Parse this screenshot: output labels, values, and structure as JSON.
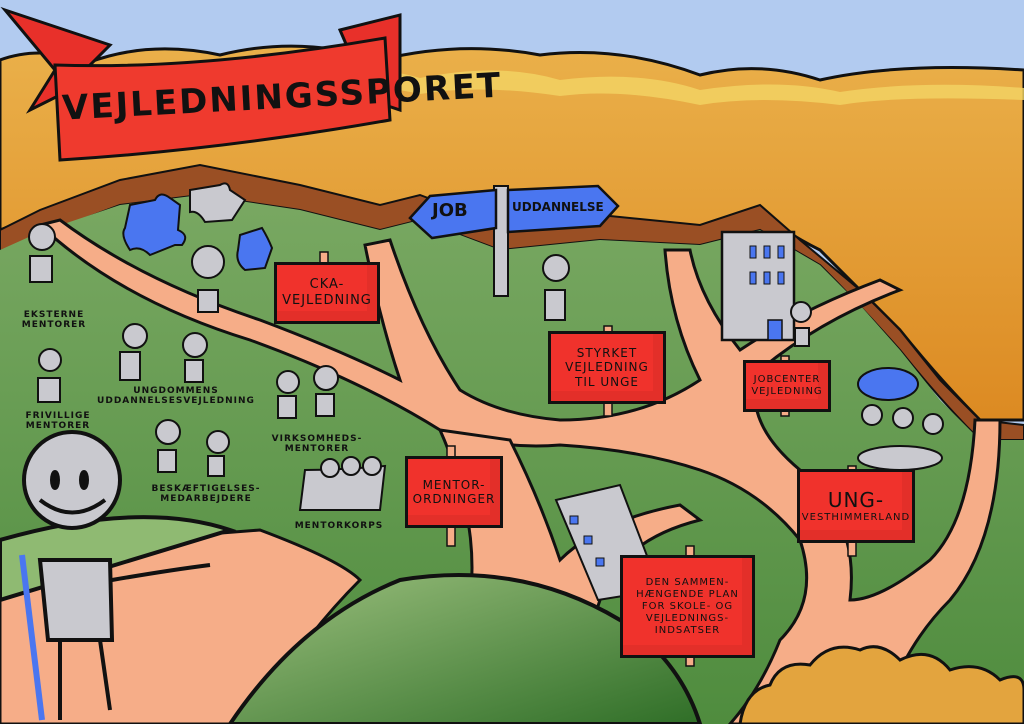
{
  "title": "Vejledningssporet",
  "signpost": {
    "left": "Job",
    "right": "Uddannelse"
  },
  "signs": {
    "cka": [
      "CKA-",
      "vejledning"
    ],
    "styrket": [
      "Styrket",
      "vejledning",
      "til unge"
    ],
    "jobcenter": [
      "Jobcenter",
      "vejledning"
    ],
    "ung": [
      "UNG-",
      "Vesthimmerland"
    ],
    "mentorordninger": [
      "Mentor-",
      "ordninger"
    ],
    "plan": [
      "Den sammen-",
      "hængende plan",
      "for skole- og",
      "vejlednings-",
      "indsatser"
    ]
  },
  "labels": {
    "eksterne": [
      "Eksterne",
      "mentorer"
    ],
    "frivillige": [
      "Frivillige",
      "mentorer"
    ],
    "ungdommens": [
      "Ungdommens",
      "uddannelsesvejledning"
    ],
    "virksomheds": [
      "Virksomheds-",
      "mentorer"
    ],
    "beskaeftigelses": [
      "Beskæftigelses-",
      "medarbejdere"
    ],
    "mentorkorps": [
      "Mentorkorps"
    ]
  },
  "colors": {
    "sky": "#b2cbf0",
    "forest": "#e3a43e",
    "forest_highlight": "#f2d464",
    "grass": "#5e9a4e",
    "grass_dark": "#3f7d31",
    "path": "#f6ad88",
    "sign_red": "#f0322c",
    "banner_red": "#e8302a",
    "accent_blue": "#4a76f0",
    "figure_gray": "#c6c6cc"
  }
}
